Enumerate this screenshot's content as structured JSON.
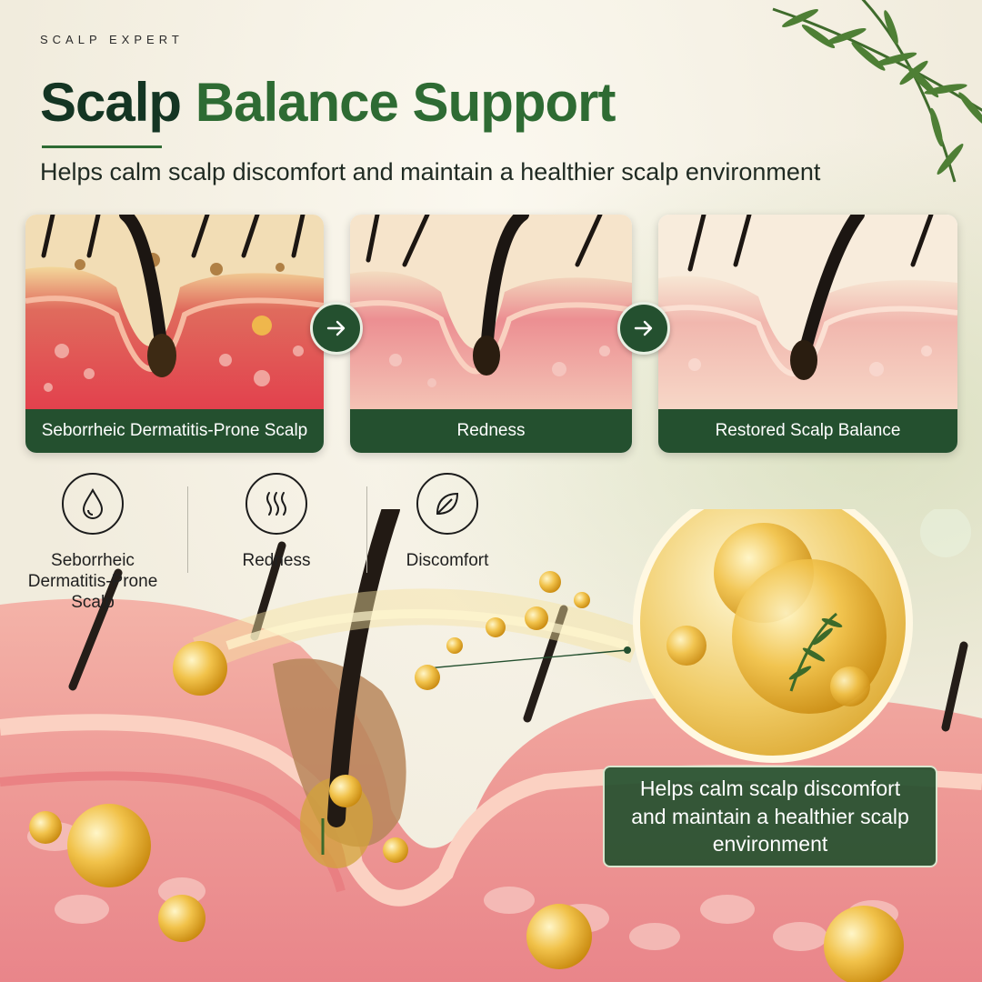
{
  "brand": "SCALP EXPERT",
  "title": {
    "part1": "Scalp",
    "part2": "Balance Support"
  },
  "subtitle": "Helps calm scalp discomfort and maintain a healthier scalp environment",
  "stages": [
    {
      "label": "Seborrheic Dermatitis-Prone Scalp"
    },
    {
      "label": "Redness"
    },
    {
      "label": "Restored Scalp Balance"
    }
  ],
  "stage_arrows": [
    "arrow-right-icon",
    "arrow-right-icon"
  ],
  "symptoms": [
    {
      "icon": "droplet-icon",
      "label": "Seborrheic Dermatitis-Prone Scalp"
    },
    {
      "icon": "heat-waves-icon",
      "label": "Redness"
    },
    {
      "icon": "leaf-icon",
      "label": "Discomfort"
    }
  ],
  "callout": "Helps calm scalp discomfort and maintain a healthier scalp environment",
  "colors": {
    "brand_green": "#24502f",
    "accent_green": "#2e6b33",
    "skin_inflamed": "#e0525a",
    "skin_calm": "#f0c9b6",
    "serum_gold": "#e8b32e"
  }
}
